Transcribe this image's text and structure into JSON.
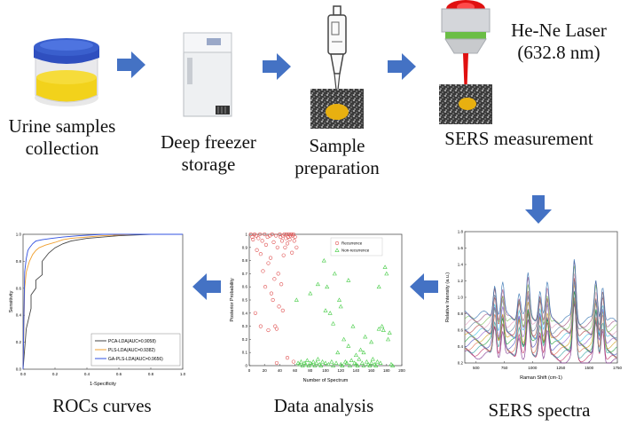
{
  "steps": {
    "urine": {
      "line1": "Urine samples",
      "line2": "collection"
    },
    "freezer": {
      "line1": "Deep freezer",
      "line2": "storage"
    },
    "prep": {
      "line1": "Sample",
      "line2": "preparation"
    },
    "laser": {
      "line1": "He-Ne Laser",
      "line2": "(632.8 nm)"
    },
    "sers_measure": "SERS measurement"
  },
  "panels": {
    "spectra_caption": "SERS spectra",
    "analysis_caption": "Data analysis",
    "roc_caption": "ROCs curves"
  },
  "colors": {
    "arrow": "#4472C4",
    "urine_cap": "#3A5FCD",
    "urine_liquid": "#F2D21B",
    "laser": "#E01010",
    "laser_ring": "#6BBE45",
    "recurrence": "#E05050",
    "nonrecurrence": "#44CC44",
    "roc_pca": "#444444",
    "roc_pls": "#F0A030",
    "roc_ga": "#3050E0"
  },
  "icons": [
    "right-arrow-icon",
    "down-arrow-icon",
    "left-arrow-icon",
    "urine-cup-icon",
    "freezer-icon",
    "pipette-icon",
    "sers-substrate-icon",
    "laser-icon"
  ],
  "chart_data": [
    {
      "type": "line",
      "name": "SERS spectra",
      "xlabel": "Raman Shift (cm-1)",
      "ylabel": "Relative Intensity (a.u.)",
      "xlim": [
        400,
        1750
      ],
      "ylim": [
        0.2,
        1.8
      ],
      "x_ticks": [
        "500",
        "750",
        "1000",
        "1250",
        "1500",
        "1750"
      ],
      "y_ticks": [
        "0.2",
        "0.4",
        "0.6",
        "0.8",
        "1.0",
        "1.2",
        "1.4",
        "1.6",
        "1.8"
      ],
      "peaks": [
        {
          "x": 665,
          "y": 1.1
        },
        {
          "x": 735,
          "y": 1.05
        },
        {
          "x": 880,
          "y": 0.95
        },
        {
          "x": 960,
          "y": 1.2
        },
        {
          "x": 1065,
          "y": 1.0
        },
        {
          "x": 1130,
          "y": 1.05
        },
        {
          "x": 1370,
          "y": 1.5
        },
        {
          "x": 1560,
          "y": 1.15
        },
        {
          "x": 1620,
          "y": 1.1
        }
      ],
      "baseline_start": 0.55,
      "baseline_end": 0.45
    },
    {
      "type": "scatter",
      "name": "Data analysis",
      "xlabel": "Number of Spectrum",
      "ylabel": "Posterior Probability",
      "xlim": [
        0,
        200
      ],
      "ylim": [
        0,
        1
      ],
      "x_ticks": [
        "0",
        "20",
        "40",
        "60",
        "80",
        "100",
        "120",
        "140",
        "160",
        "180",
        "200"
      ],
      "y_ticks": [
        "0",
        "0.1",
        "0.2",
        "0.3",
        "0.4",
        "0.5",
        "0.6",
        "0.7",
        "0.8",
        "0.9",
        "1"
      ],
      "legend": [
        "Recurrence",
        "Non-recurrence"
      ],
      "legend_position": "top-right",
      "series": [
        {
          "name": "Recurrence",
          "marker": "circle",
          "points": [
            [
              2,
              1.0
            ],
            [
              4,
              0.98
            ],
            [
              5,
              0.96
            ],
            [
              7,
              1.0
            ],
            [
              9,
              0.99
            ],
            [
              10,
              0.88
            ],
            [
              12,
              0.97
            ],
            [
              14,
              1.0
            ],
            [
              15,
              0.85
            ],
            [
              17,
              0.95
            ],
            [
              18,
              0.72
            ],
            [
              20,
              1.0
            ],
            [
              21,
              0.6
            ],
            [
              22,
              0.92
            ],
            [
              24,
              0.98
            ],
            [
              25,
              0.78
            ],
            [
              27,
              0.99
            ],
            [
              28,
              0.82
            ],
            [
              29,
              0.55
            ],
            [
              30,
              1.0
            ],
            [
              31,
              0.5
            ],
            [
              32,
              0.94
            ],
            [
              33,
              0.66
            ],
            [
              34,
              0.3
            ],
            [
              35,
              0.99
            ],
            [
              36,
              0.28
            ],
            [
              37,
              0.9
            ],
            [
              38,
              0.7
            ],
            [
              39,
              0.45
            ],
            [
              40,
              1.0
            ],
            [
              41,
              0.98
            ],
            [
              42,
              0.62
            ],
            [
              43,
              0.95
            ],
            [
              44,
              0.99
            ],
            [
              45,
              0.84
            ],
            [
              46,
              1.0
            ],
            [
              47,
              0.9
            ],
            [
              48,
              0.97
            ],
            [
              49,
              1.0
            ],
            [
              50,
              0.93
            ],
            [
              51,
              0.98
            ],
            [
              52,
              1.0
            ],
            [
              53,
              0.96
            ],
            [
              54,
              0.99
            ],
            [
              55,
              1.0
            ],
            [
              56,
              0.86
            ],
            [
              57,
              0.99
            ],
            [
              58,
              1.0
            ],
            [
              59,
              0.95
            ],
            [
              60,
              0.98
            ],
            [
              62,
              0.9
            ],
            [
              15,
              0.3
            ],
            [
              25,
              0.27
            ],
            [
              8,
              0.4
            ],
            [
              44,
              0.42
            ],
            [
              36,
              0.02
            ],
            [
              50,
              0.06
            ],
            [
              58,
              0.03
            ]
          ]
        },
        {
          "name": "Non-recurrence",
          "marker": "triangle",
          "points": [
            [
              62,
              0.5
            ],
            [
              64,
              0.02
            ],
            [
              66,
              0.01
            ],
            [
              68,
              0.03
            ],
            [
              70,
              0.0
            ],
            [
              72,
              0.02
            ],
            [
              74,
              0.01
            ],
            [
              76,
              0.04
            ],
            [
              78,
              0.0
            ],
            [
              80,
              0.02
            ],
            [
              82,
              0.01
            ],
            [
              84,
              0.03
            ],
            [
              86,
              0.0
            ],
            [
              88,
              0.02
            ],
            [
              90,
              0.05
            ],
            [
              92,
              0.01
            ],
            [
              94,
              0.0
            ],
            [
              96,
              0.03
            ],
            [
              98,
              0.8
            ],
            [
              100,
              0.02
            ],
            [
              102,
              0.6
            ],
            [
              104,
              0.01
            ],
            [
              106,
              0.4
            ],
            [
              108,
              0.03
            ],
            [
              110,
              0.0
            ],
            [
              112,
              0.7
            ],
            [
              114,
              0.02
            ],
            [
              116,
              0.1
            ],
            [
              118,
              0.5
            ],
            [
              120,
              0.01
            ],
            [
              122,
              0.0
            ],
            [
              124,
              0.2
            ],
            [
              126,
              0.03
            ],
            [
              128,
              0.02
            ],
            [
              130,
              0.15
            ],
            [
              132,
              0.0
            ],
            [
              134,
              0.04
            ],
            [
              136,
              0.3
            ],
            [
              138,
              0.02
            ],
            [
              140,
              0.01
            ],
            [
              142,
              0.0
            ],
            [
              144,
              0.05
            ],
            [
              146,
              0.12
            ],
            [
              148,
              0.02
            ],
            [
              150,
              0.0
            ],
            [
              152,
              0.22
            ],
            [
              154,
              0.03
            ],
            [
              156,
              0.01
            ],
            [
              158,
              0.0
            ],
            [
              160,
              0.02
            ],
            [
              162,
              0.05
            ],
            [
              164,
              0.01
            ],
            [
              166,
              0.0
            ],
            [
              168,
              0.03
            ],
            [
              170,
              0.6
            ],
            [
              172,
              0.02
            ],
            [
              174,
              0.3
            ],
            [
              176,
              0.27
            ],
            [
              178,
              0.75
            ],
            [
              180,
              0.7
            ],
            [
              182,
              0.2
            ],
            [
              184,
              0.25
            ],
            [
              186,
              0.01
            ],
            [
              188,
              0.0
            ],
            [
              80,
              0.55
            ],
            [
              90,
              0.62
            ],
            [
              100,
              0.42
            ],
            [
              110,
              0.32
            ],
            [
              120,
              0.45
            ],
            [
              130,
              0.65
            ],
            [
              140,
              0.08
            ],
            [
              150,
              0.1
            ],
            [
              160,
              0.18
            ],
            [
              170,
              0.28
            ]
          ]
        }
      ]
    },
    {
      "type": "line",
      "name": "ROCs curves",
      "xlabel": "1-Specificity",
      "ylabel": "Sensitivity",
      "xlim": [
        0,
        1
      ],
      "ylim": [
        0,
        1
      ],
      "x_ticks": [
        "0.0",
        "0.2",
        "0.4",
        "0.6",
        "0.8",
        "1.0"
      ],
      "y_ticks": [
        "0.0",
        "0.2",
        "0.4",
        "0.6",
        "0.8",
        "1.0"
      ],
      "legend_position": "bottom-right",
      "series": [
        {
          "name": "PCA-LDA(AUC=0.9058)",
          "x": [
            0,
            0.02,
            0.05,
            0.05,
            0.08,
            0.08,
            0.12,
            0.12,
            0.16,
            0.2,
            0.25,
            0.3,
            0.4,
            0.5,
            0.6,
            0.8,
            1.0
          ],
          "y": [
            0,
            0.3,
            0.45,
            0.55,
            0.6,
            0.66,
            0.7,
            0.8,
            0.86,
            0.9,
            0.93,
            0.95,
            0.97,
            0.98,
            0.99,
            1.0,
            1.0
          ]
        },
        {
          "name": "PLS-LDA(AUC=0.9382)",
          "x": [
            0,
            0.01,
            0.02,
            0.04,
            0.06,
            0.08,
            0.1,
            0.14,
            0.2,
            0.25,
            0.3,
            0.4,
            0.5,
            0.7,
            1.0
          ],
          "y": [
            0,
            0.6,
            0.72,
            0.8,
            0.85,
            0.88,
            0.9,
            0.92,
            0.94,
            0.96,
            0.97,
            0.98,
            0.99,
            1.0,
            1.0
          ]
        },
        {
          "name": "GA-PLS-LDA(AUC=0.9656)",
          "x": [
            0,
            0.01,
            0.02,
            0.03,
            0.04,
            0.06,
            0.08,
            0.12,
            0.18,
            0.25,
            0.35,
            0.5,
            0.7,
            1.0
          ],
          "y": [
            0,
            0.72,
            0.82,
            0.88,
            0.9,
            0.93,
            0.95,
            0.96,
            0.97,
            0.98,
            0.99,
            1.0,
            1.0,
            1.0
          ]
        }
      ]
    }
  ]
}
